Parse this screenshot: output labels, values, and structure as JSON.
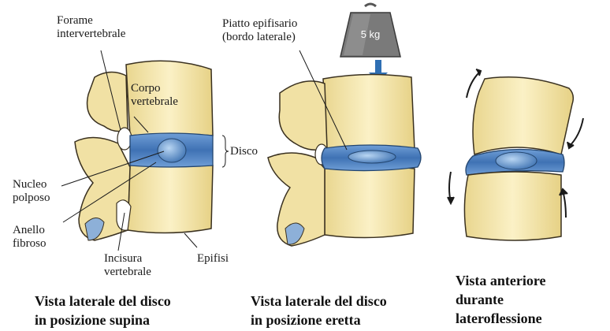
{
  "labels": {
    "forame": [
      "Forame",
      "intervertebrale"
    ],
    "corpo": [
      "Corpo",
      "vertebrale"
    ],
    "disco": "Disco",
    "nucleo": [
      "Nucleo",
      "polposo"
    ],
    "anello": [
      "Anello",
      "fibroso"
    ],
    "incisura": [
      "Incisura",
      "vertebrale"
    ],
    "epifisi": "Epifisi",
    "piatto": [
      "Piatto epifisario",
      "(bordo laterale)"
    ],
    "weight": "5 kg"
  },
  "captions": {
    "supina": [
      "Vista laterale del disco",
      "in posizione supina"
    ],
    "eretta": [
      "Vista laterale del disco",
      "in posizione eretta"
    ],
    "lateroflessione": [
      "Vista anteriore",
      "durante",
      "lateroflessione"
    ]
  },
  "colors": {
    "bone": "#f5e8b0",
    "bone_shade": "#d9c27a",
    "disc": "#4a7fc0",
    "disc_light": "#9cc0e8",
    "weight": "#6e6e6e",
    "arrow": "#2f6fb3"
  }
}
